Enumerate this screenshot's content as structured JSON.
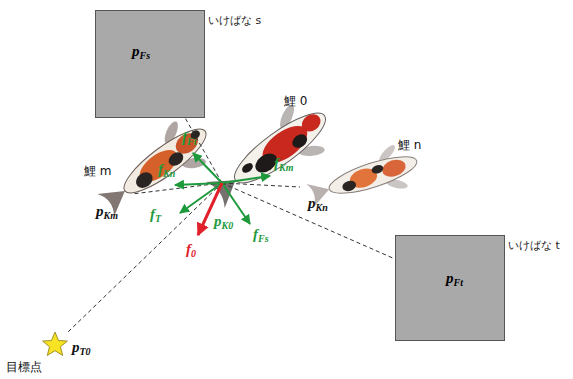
{
  "diagram": {
    "nodes": [
      {
        "text": [
          "いけばな s",
          "pFs"
        ]
      },
      {
        "text": [
          "いけばな t",
          "pFt"
        ]
      }
    ],
    "labels": [
      "鯉 0",
      "鯉 m",
      "fFt",
      "fKn",
      "fKm",
      "鯉 n",
      "pK0",
      "pKm",
      "pKn",
      "fT",
      "fFs",
      "f0",
      "pT0",
      "目標点"
    ]
  }
}
